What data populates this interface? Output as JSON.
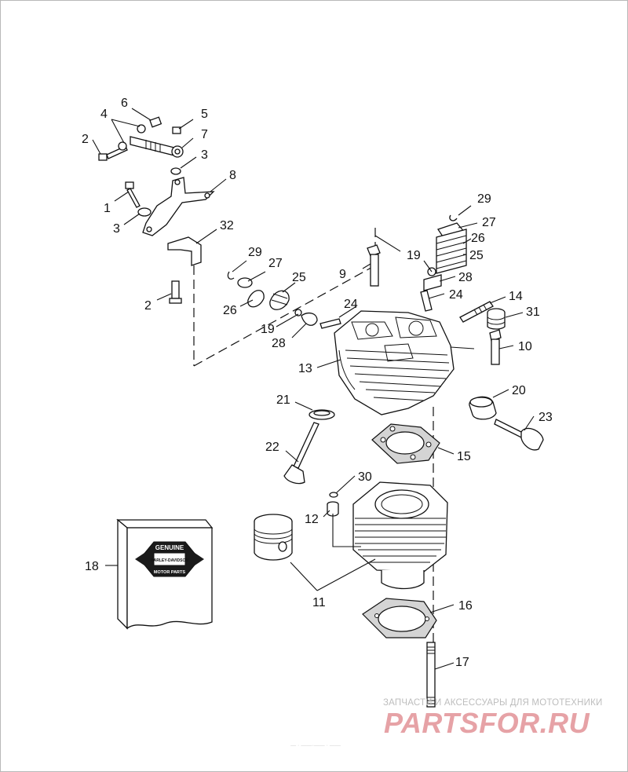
{
  "diagram": {
    "callouts": {
      "c1": "1",
      "c2a": "2",
      "c2b": "2",
      "c3a": "3",
      "c3b": "3",
      "c4": "4",
      "c5": "5",
      "c6": "6",
      "c7": "7",
      "c8": "8",
      "c9": "9",
      "c10": "10",
      "c11": "11",
      "c12": "12",
      "c13": "13",
      "c14": "14",
      "c15": "15",
      "c16": "16",
      "c17": "17",
      "c18": "18",
      "c19a": "19",
      "c19b": "19",
      "c20": "20",
      "c21": "21",
      "c22": "22",
      "c23": "23",
      "c24a": "24",
      "c24b": "24",
      "c25a": "25",
      "c25b": "25",
      "c26a": "26",
      "c26b": "26",
      "c27a": "27",
      "c27b": "27",
      "c28a": "28",
      "c28b": "28",
      "c29a": "29",
      "c29b": "29",
      "c30": "30",
      "c31": "31",
      "c32": "32"
    },
    "box_logo": {
      "top": "GENUINE",
      "center_line1": "HARLEY-DAVIDSON",
      "bottom": "MOTOR PARTS"
    }
  },
  "watermark": {
    "subtitle": "ЗАПЧАСТИ И АКСЕССУАРЫ ДЛЯ МОТОТЕХНИКИ",
    "logo": "PARTSFOR.RU"
  },
  "footer_code": "— · ——·—— · ——",
  "colors": {
    "ink": "#111111",
    "watermark_red": "#e6a2a6",
    "watermark_gray": "#bdbdbd"
  }
}
